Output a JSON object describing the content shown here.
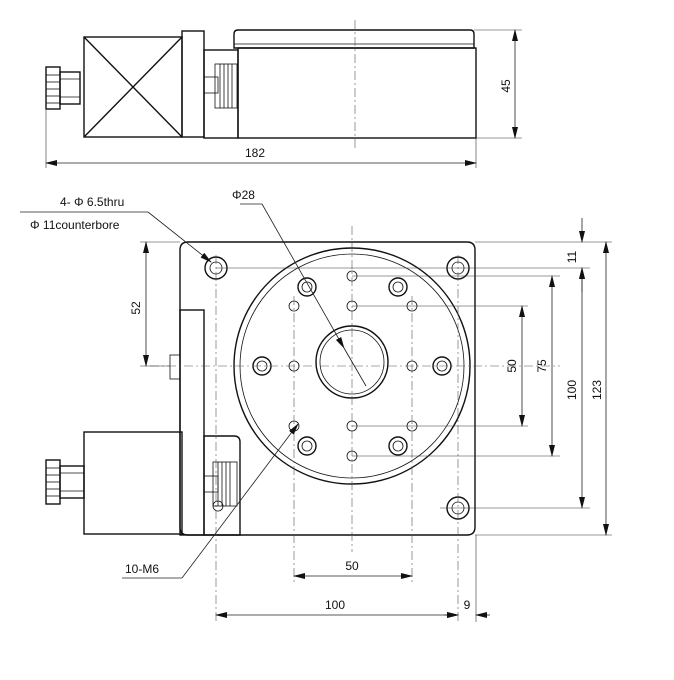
{
  "side_view": {
    "dim_width": "182",
    "dim_height": "45"
  },
  "top_view": {
    "hole_spec_line1": "4- Φ 6.5thru",
    "hole_spec_line2": "Φ 11counterbore",
    "center_hole": "Φ28",
    "thread_note": "10-M6",
    "dim_52": "52",
    "dim_11": "11",
    "dim_50_vertical": "50",
    "dim_75": "75",
    "dim_100_vertical": "100",
    "dim_123": "123",
    "dim_50_horizontal": "50",
    "dim_100_horizontal": "100",
    "dim_9": "9"
  }
}
